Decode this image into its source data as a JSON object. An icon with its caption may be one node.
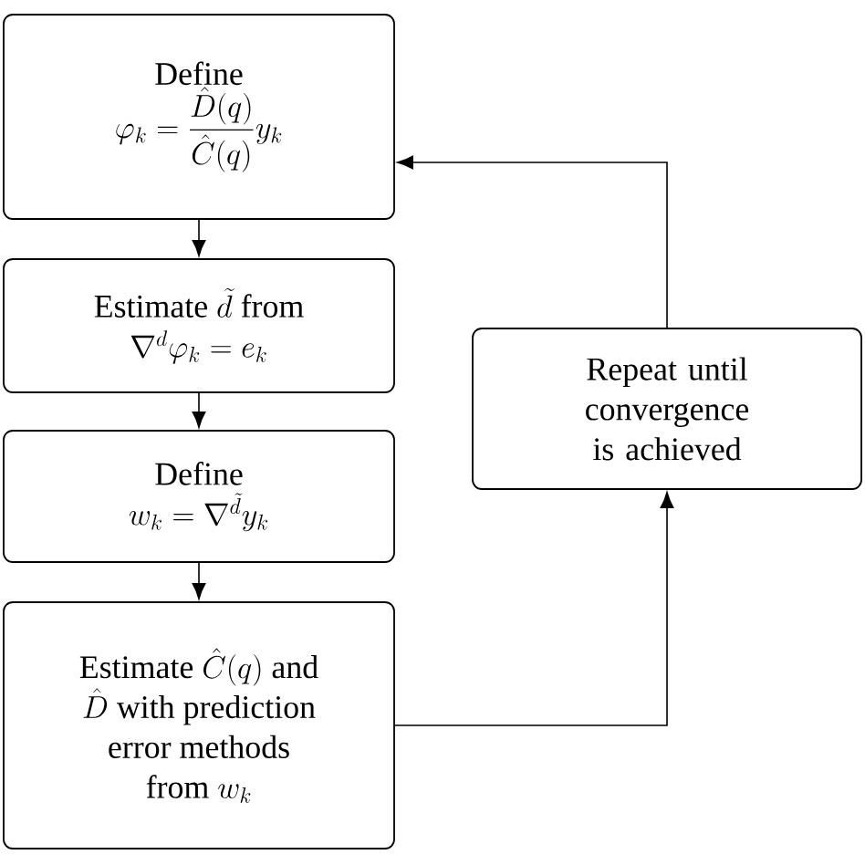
{
  "diagram": {
    "nodes": [
      {
        "text": [
          "\\text{Define}",
          "\\varphi_k = \\dfrac{\\hat{D}(q)}{\\hat{C}(q)} y_k"
        ]
      },
      {
        "text": [
          "\\text{Estimate } \\tilde{d} \\text{ from}",
          "\\nabla^{d}\\varphi_k = e_k"
        ]
      },
      {
        "text": [
          "\\text{Define}",
          "w_k = \\nabla^{\\tilde{d}} y_k"
        ]
      },
      {
        "text": [
          "\\text{Estimate } \\hat{C}(q) \\text{ and}",
          "\\hat{D} \\text{ with prediction}",
          "\\text{error methods}",
          "\\text{from } w_k"
        ]
      },
      {
        "text": [
          "Repeat until convergence is achieved"
        ]
      }
    ],
    "edges": [
      {
        "from": 0,
        "to": 1,
        "arrow": "to"
      },
      {
        "from": 1,
        "to": 2,
        "arrow": "to"
      },
      {
        "from": 2,
        "to": 3,
        "arrow": "to"
      },
      {
        "from": 3,
        "to": 4,
        "arrow": "to"
      },
      {
        "from": 4,
        "to": 0,
        "arrow": "to"
      }
    ]
  }
}
